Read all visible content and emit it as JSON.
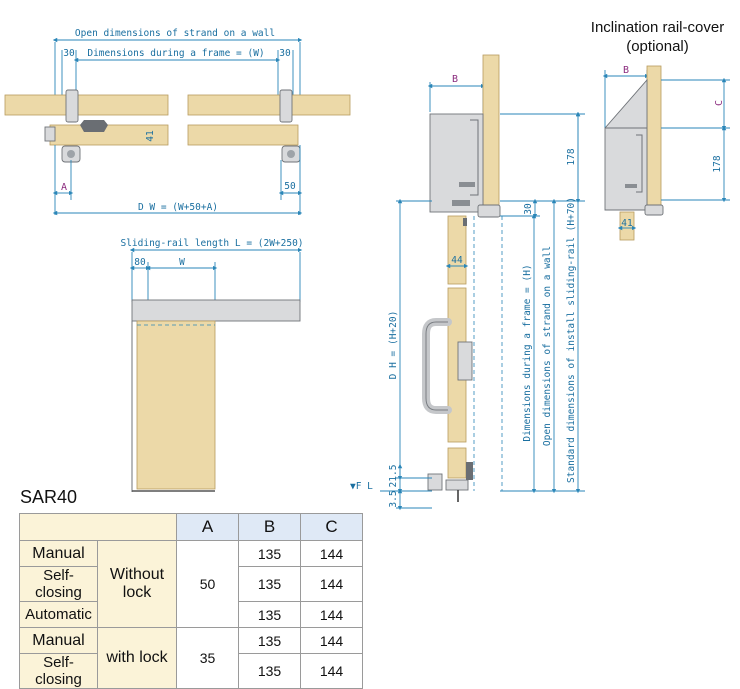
{
  "top_diagram": {
    "open_dimensions_label": "Open dimensions of strand on a wall",
    "frame_dimensions_label": "Dimensions during a frame = (W)",
    "left_offset": "30",
    "right_offset": "30",
    "a_label": "A",
    "right_dim": "50",
    "depth_label": "41",
    "dw_label": "D W = (W+50+A)"
  },
  "rail_diagram": {
    "length_label": "Sliding-rail length  L = (2W+250)",
    "offset_label": "80",
    "w_label": "W"
  },
  "side_diagram": {
    "b_label": "B",
    "height_178": "178",
    "gap_30": "30",
    "door_thickness": "44",
    "dh_label": "D H = (H+20)",
    "frame_height_label": "Dimensions during a frame = (H)",
    "open_height_label": "Open dimensions of strand on a wall",
    "standard_label": "Standard dimensions of install sliding-rail (H+70)",
    "floor_gap": "21.5",
    "floor_label": "▼F L",
    "floor_depth": "3.5"
  },
  "cover_diagram": {
    "title_line1": "Inclination rail-cover",
    "title_line2": "(optional)",
    "b_label": "B",
    "c_label": "C",
    "height_178": "178",
    "depth_label": "41"
  },
  "table": {
    "model": "SAR40",
    "headers": [
      "A",
      "B",
      "C"
    ],
    "groups": [
      {
        "lock": "Without lock",
        "a": "50",
        "rows": [
          {
            "type": "Manual",
            "b": "135",
            "c": "144"
          },
          {
            "type": "Self-closing",
            "b": "135",
            "c": "144"
          },
          {
            "type": "Automatic",
            "b": "135",
            "c": "144"
          }
        ]
      },
      {
        "lock": "with lock",
        "a": "35",
        "rows": [
          {
            "type": "Manual",
            "b": "135",
            "c": "144"
          },
          {
            "type": "Self-closing",
            "b": "135",
            "c": "144"
          }
        ]
      }
    ]
  }
}
